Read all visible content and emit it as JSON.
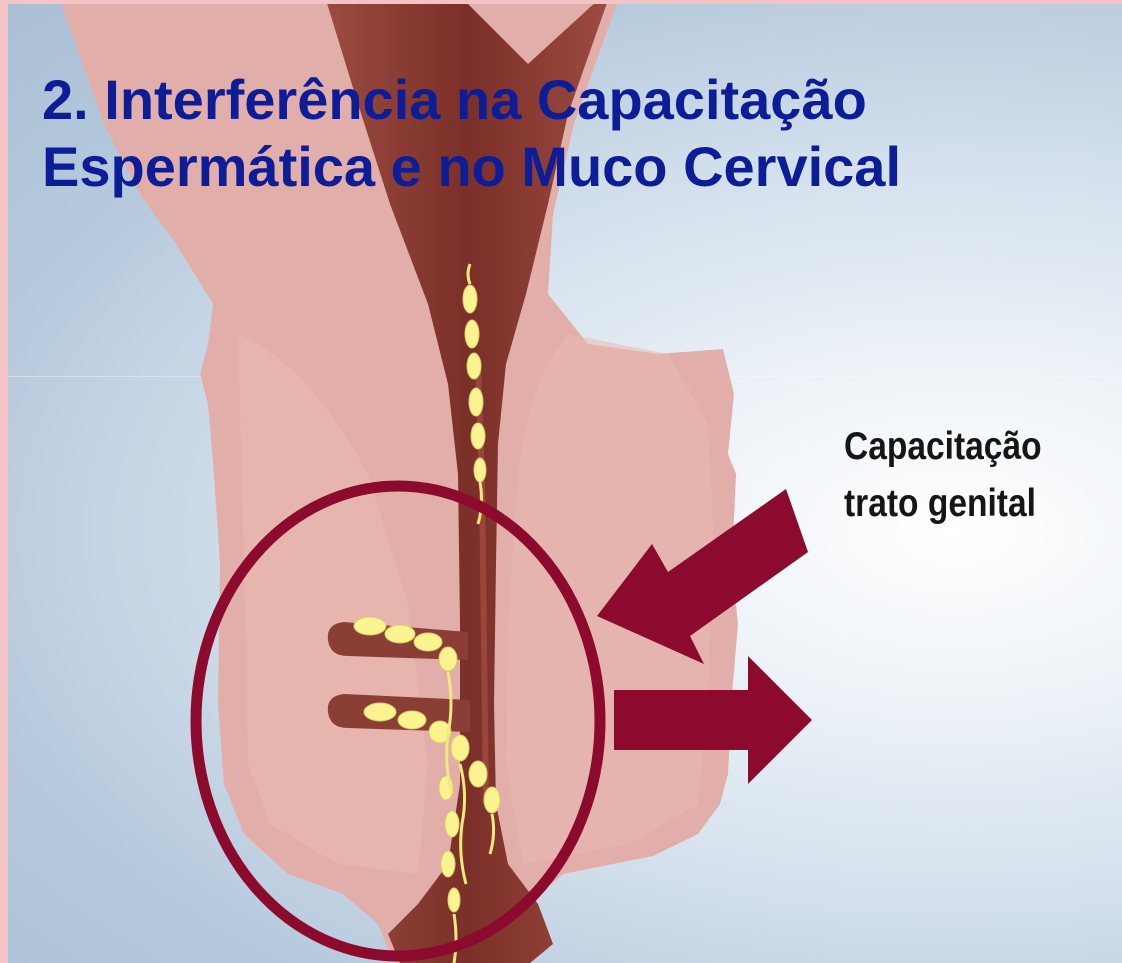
{
  "title": {
    "line1": "2. Interferência na Capacitação",
    "line2": "Espermática e no Muco Cervical"
  },
  "caption": {
    "line1": "Capacitação",
    "line2": "trato genital"
  },
  "colors": {
    "title": "#0c1d97",
    "accent": "#8b0a2e",
    "sperm": "#fbf38f",
    "tissue": "#e4b0ab",
    "canal": "#8a3e36",
    "background": "#bcd0e2"
  }
}
